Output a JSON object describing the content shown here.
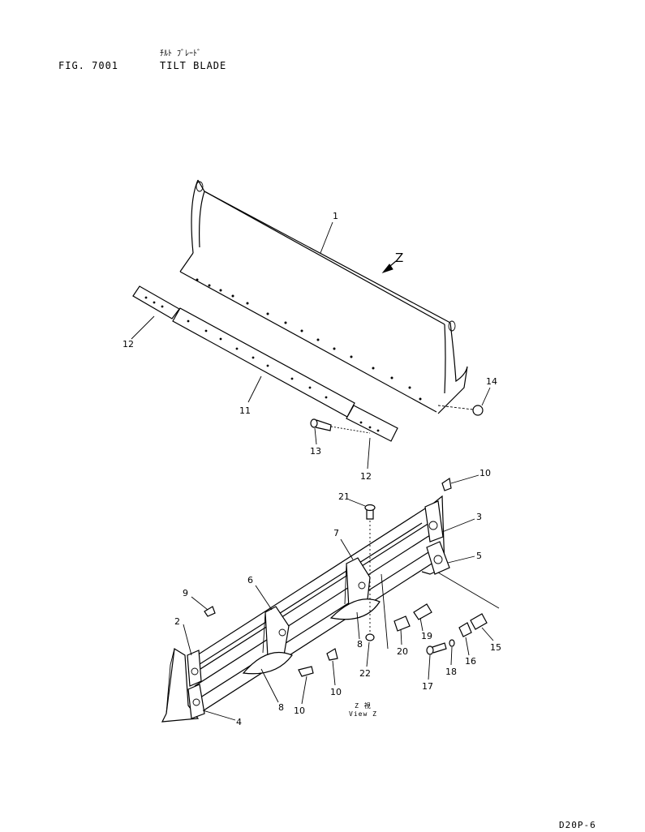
{
  "header": {
    "fig_number": "FIG. 7001",
    "title_jp": "ﾁﾙﾄ ﾌﾞﾚｰﾄﾞ",
    "title_en": "TILT BLADE"
  },
  "view_label": {
    "jp": "Z 視",
    "en": "View Z"
  },
  "view_arrow_letter": "Z",
  "page_code": "D20P-6",
  "callouts": [
    "1",
    "2",
    "3",
    "4",
    "5",
    "6",
    "7",
    "8",
    "8",
    "9",
    "10",
    "10",
    "10",
    "11",
    "12",
    "12",
    "13",
    "14",
    "15",
    "16",
    "17",
    "18",
    "19",
    "20",
    "21",
    "22"
  ]
}
